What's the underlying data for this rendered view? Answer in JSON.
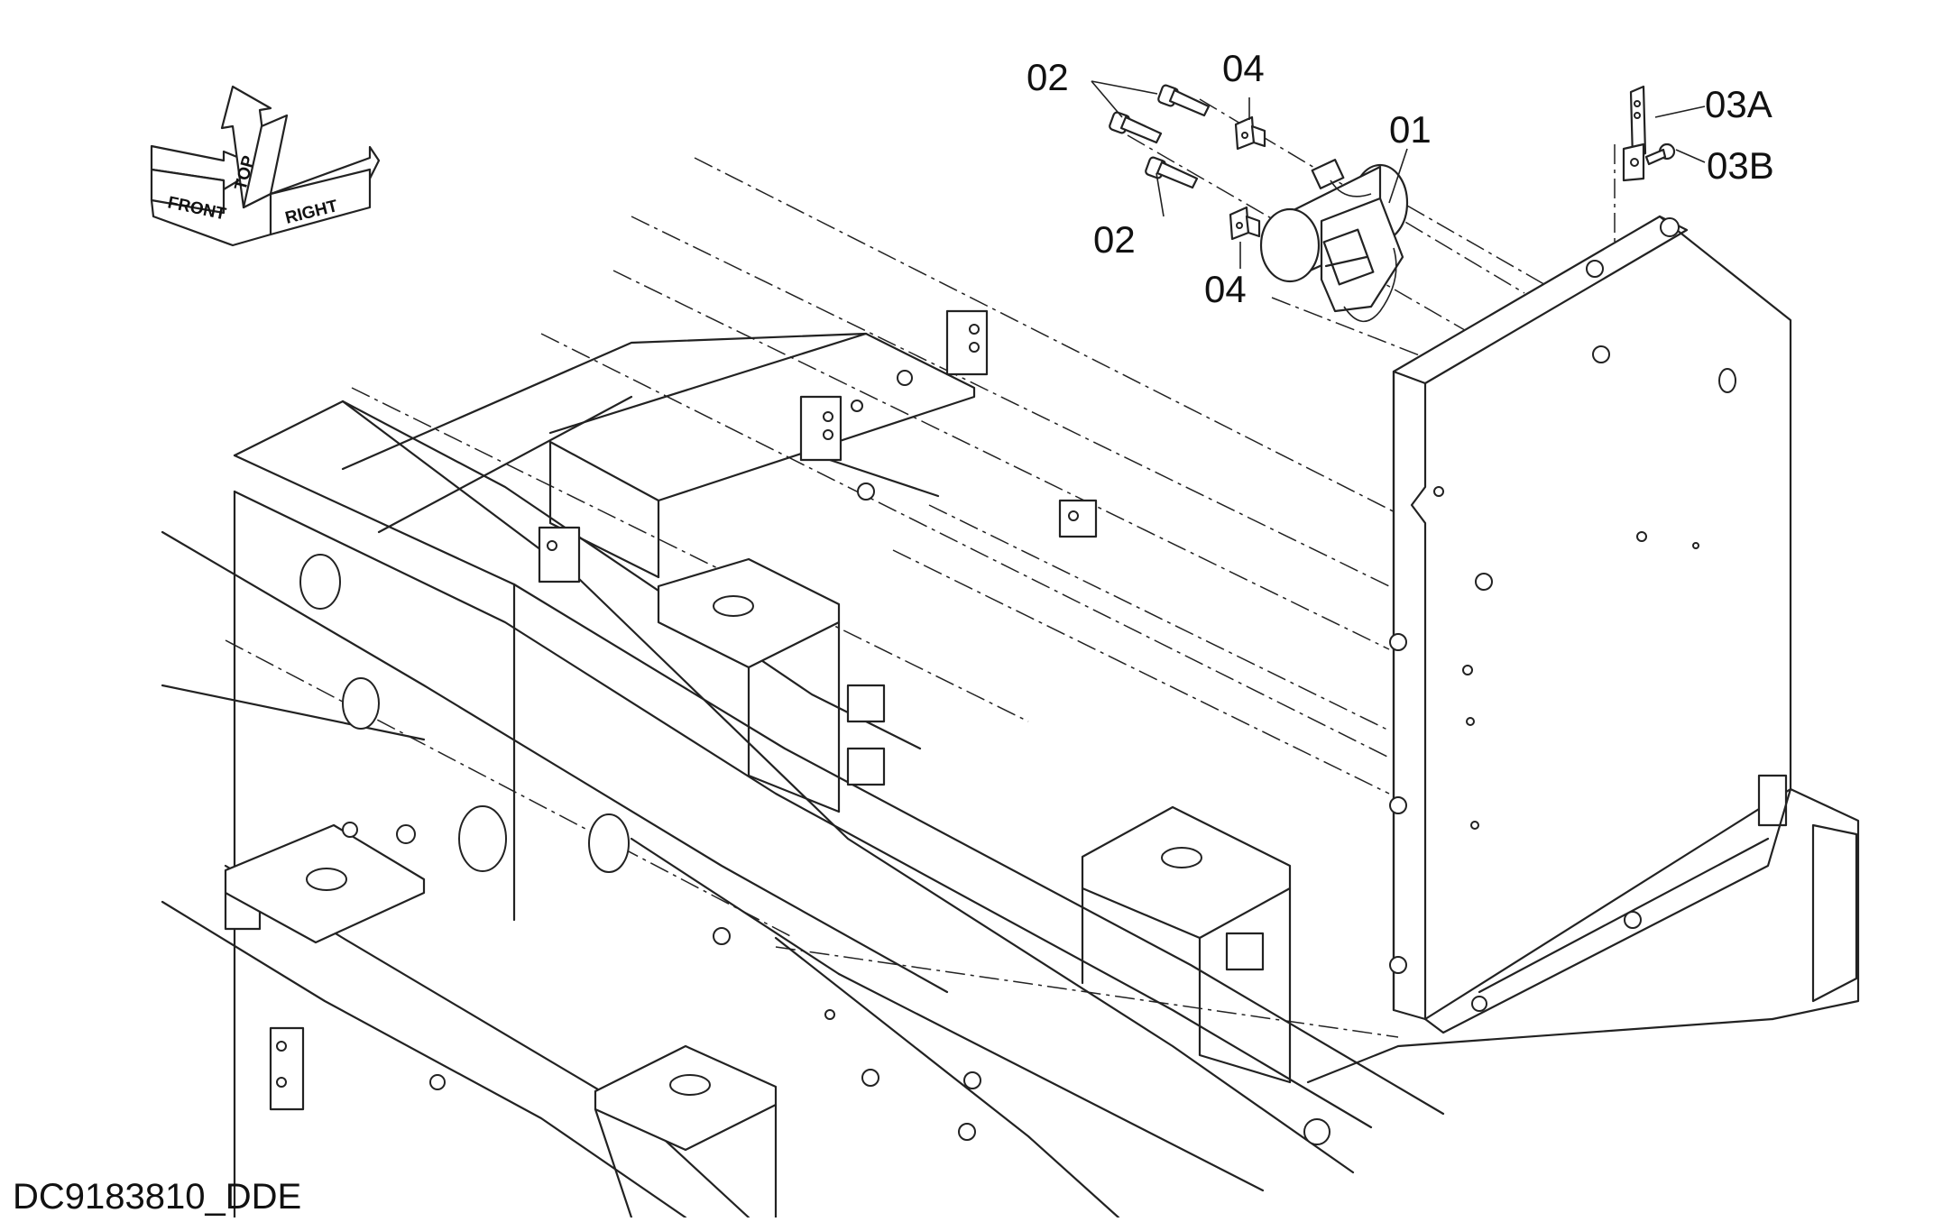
{
  "diagram": {
    "drawing_code": "DC9183810_DDE",
    "compass": {
      "front": "FRONT",
      "top": "TOP",
      "right": "RIGHT"
    },
    "part_labels": {
      "p01": "01",
      "p02_upper": "02",
      "p02_lower": "02",
      "p03a": "03A",
      "p03b": "03B",
      "p04_upper": "04",
      "p04_lower": "04"
    },
    "line_color": "#222222",
    "background_color": "#ffffff"
  }
}
